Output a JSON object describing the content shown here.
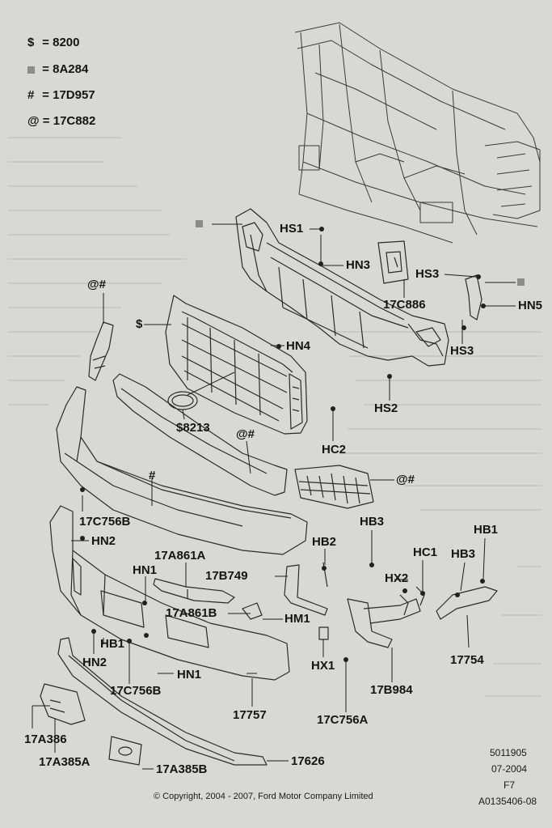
{
  "legend": [
    {
      "symbol": "$",
      "code": "8200"
    },
    {
      "symbol": "square",
      "code": "8A284"
    },
    {
      "symbol": "#",
      "code": "17D957"
    },
    {
      "symbol": "@",
      "code": "17C882"
    }
  ],
  "callouts": {
    "hs1": "HS1",
    "hn3": "HN3",
    "c17c886": "17C886",
    "hs3_top": "HS3",
    "hn5": "HN5",
    "hs3_bottom": "HS3",
    "hn4": "HN4",
    "dollar_grille": "$",
    "at_hash_left": "@#",
    "s8213": "$8213",
    "hs2": "HS2",
    "hc2": "HC2",
    "at_hash_mid": "@#",
    "hash_mid": "#",
    "at_hash_right": "@#",
    "c17c756b_top": "17C756B",
    "hn2_top": "HN2",
    "hb3_top": "HB3",
    "hb2": "HB2",
    "hc1": "HC1",
    "hb3_right": "HB3",
    "hb1_right": "HB1",
    "c17a861a": "17A861A",
    "hn1_top": "HN1",
    "c17b749": "17B749",
    "hx2": "HX2",
    "c17a861b": "17A861B",
    "hm1": "HM1",
    "hb1_left": "HB1",
    "hn2_bottom": "HN2",
    "hx1": "HX1",
    "c17754": "17754",
    "hn1_bottom": "HN1",
    "c17c756b_bottom": "17C756B",
    "c17b984": "17B984",
    "c17757": "17757",
    "c17c756a": "17C756A",
    "c17a386": "17A386",
    "c17a385a": "17A385A",
    "c17a385b": "17A385B",
    "c17626": "17626"
  },
  "reference": {
    "code": "5011905",
    "date": "07-2004",
    "page": "F7",
    "figure": "A0135406-08"
  },
  "copyright": "© Copyright, 2004 - 2007, Ford Motor Company Limited"
}
